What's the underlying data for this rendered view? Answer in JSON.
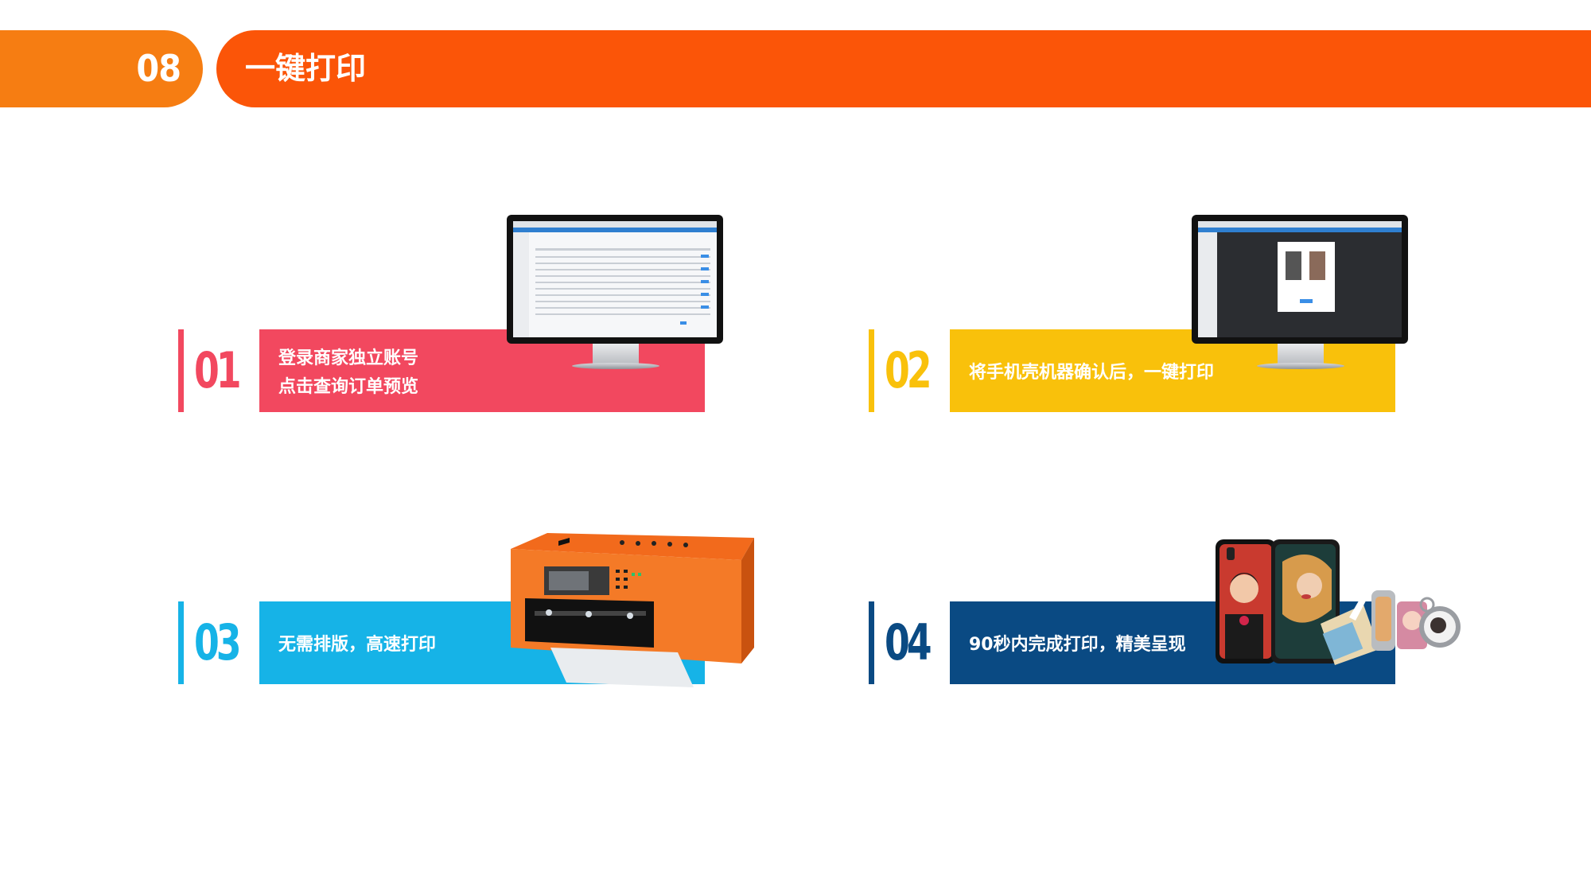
{
  "header": {
    "number": "08",
    "title": "一键打印"
  },
  "steps": [
    {
      "number": "01",
      "line1": "登录商家独立账号",
      "line2": "点击查询订单预览",
      "color": "#f2485f"
    },
    {
      "number": "02",
      "line1": "将手机壳机器确认后，一键打印",
      "color": "#f9c10b"
    },
    {
      "number": "03",
      "line1": "无需排版，高速打印",
      "color": "#16b3e7"
    },
    {
      "number": "04",
      "line1": "90秒内完成打印，精美呈现",
      "color": "#0a4a83"
    }
  ],
  "icons": {
    "step1_image": "monitor-order-list",
    "step2_image": "monitor-print-preview",
    "step3_image": "uv-printer",
    "step4_image": "printed-products"
  }
}
